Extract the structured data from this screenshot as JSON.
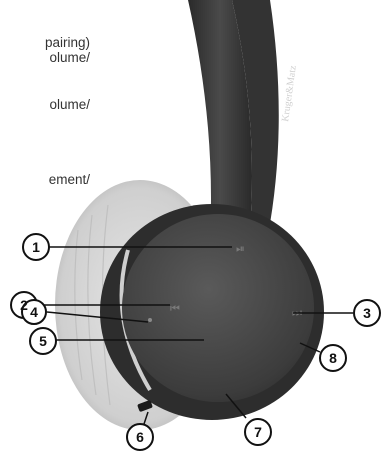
{
  "text_lines": [
    "pairing)",
    "olume/",
    "olume/",
    "ement/"
  ],
  "callouts": [
    "1",
    "2",
    "3",
    "4",
    "5",
    "6",
    "7",
    "8"
  ],
  "brand_text": "Kruger&Matz"
}
